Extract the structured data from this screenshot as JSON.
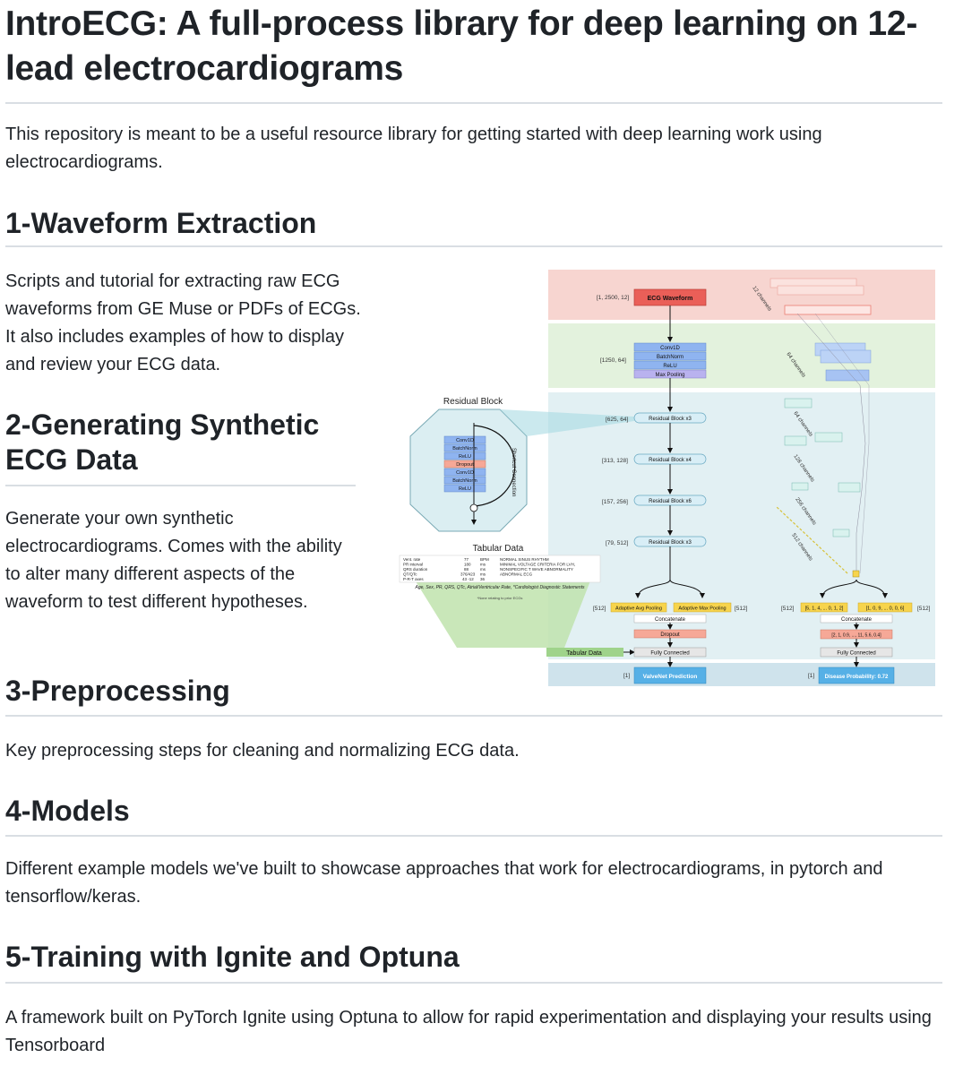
{
  "title": "IntroECG: A full-process library for deep learning on 12-lead electrocardiograms",
  "intro": "This repository is meant to be a useful resource library for getting started with deep learning work using electrocardiograms.",
  "sections": [
    {
      "heading": "1-Waveform Extraction",
      "text": "Scripts and tutorial for extracting raw ECG waveforms from GE Muse or PDFs of ECGs. It also includes examples of how to display and review your ECG data."
    },
    {
      "heading": "2-Generating Synthetic ECG Data",
      "text": "Generate your own synthetic electrocardiograms. Comes with the ability to alter many different aspects of the waveform to test different hypotheses."
    },
    {
      "heading": "3-Preprocessing",
      "text": "Key preprocessing steps for cleaning and normalizing ECG data."
    },
    {
      "heading": "4-Models",
      "text": "Different example models we've built to showcase approaches that work for electrocardiograms, in pytorch and tensorflow/keras."
    },
    {
      "heading": "5-Training with Ignite and Optuna",
      "text": "A framework built on PyTorch Ignite using Optuna to allow for rapid experimentation and displaying your results using Tensorboard"
    }
  ],
  "figure": {
    "input_shape": "[1, 2500, 12]",
    "input_label": "ECG Waveform",
    "block1_shape": "[1250, 64]",
    "block1_layers": [
      "Conv1D",
      "BatchNorm",
      "ReLU",
      "Max Pooling"
    ],
    "res_stages": [
      {
        "shape": "[625, 64]",
        "label": "Residual Block x3"
      },
      {
        "shape": "[313, 128]",
        "label": "Residual Block x4"
      },
      {
        "shape": "[157, 256]",
        "label": "Residual Block x6"
      },
      {
        "shape": "[79, 512]",
        "label": "Residual Block x3"
      }
    ],
    "pool_left_shape": "[512]",
    "pool_right_shape": "[512]",
    "avg_pool": "Adaptive Avg Pooling",
    "max_pool": "Adaptive Max Pooling",
    "concatenate": "Concatenate",
    "dropout": "Dropout",
    "fully_connected": "Fully Connected",
    "tabular_in": "Tabular Data",
    "output_shape": "[1]",
    "output_label": "ValveNet Prediction",
    "residual_block_title": "Residual Block",
    "residual_layers": [
      "Conv1D",
      "BatchNorm",
      "ReLU",
      "Dropout",
      "Conv1D",
      "BatchNorm",
      "ReLU"
    ],
    "shortcut_label": "Shortcut Connection",
    "tabular_title": "Tabular Data",
    "tabular_rows": [
      [
        "Vent. rate",
        "77",
        "BPM",
        "NORMAL SINUS RHYTHM"
      ],
      [
        "PR interval",
        "180",
        "ms",
        "MINIMAL VOLTAGE CRITERIA FOR LVH,"
      ],
      [
        "QRS duration",
        "88",
        "ms",
        "NONSPECIFIC T WAVE ABNORMALITY"
      ],
      [
        "QT/QTc",
        "376/423",
        "ms",
        "ABNORMAL ECG"
      ],
      [
        "P-R-T axes",
        "43 -12",
        "36",
        ""
      ]
    ],
    "tabular_caption": "Age, Sex, PR, QRS, QTc, Atrial/Ventricular Rate, *Cardiologist Diagnostic Statements",
    "tabular_note": "*None relating to prior ECGs",
    "right_channels": [
      "12 channels",
      "64 channels",
      "64 channels",
      "128 channels",
      "256 channels",
      "512 channels"
    ],
    "right_vec_left": "[5, 1, 4, ... 0, 1, 2]",
    "right_vec_right": "[1, 0, 9, ... 0, 0, 6]",
    "right_shape_left": "[512]",
    "right_shape_right": "[512]",
    "right_concat": "Concatenate",
    "right_concat_vec": "[2, 1, 0.9, ..., 11, 5.6, 0.4]",
    "right_fc": "Fully Connected",
    "right_out_shape": "[1]",
    "right_output": "Disease Probability: 0.72",
    "colors": {
      "band_red": "#f7d5d0",
      "band_green": "#e3f2dd",
      "band_blue": "#e2f0f3",
      "band_output": "#cfe3ec",
      "layer_blue": "#8fb4f0",
      "layer_purple": "#b9b2ef",
      "dropout": "#f6a897",
      "pooling": "#f7d44c",
      "output_blue": "#56b0e6",
      "input_red": "#ea5f58"
    }
  }
}
